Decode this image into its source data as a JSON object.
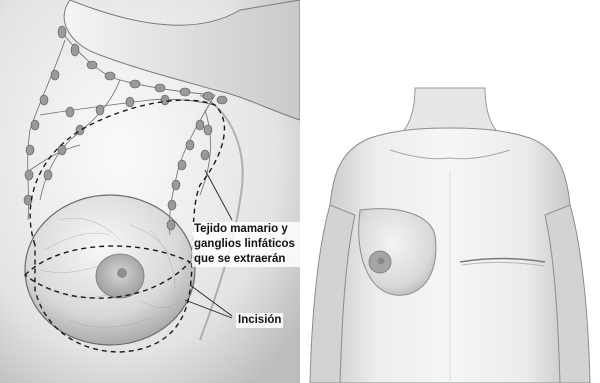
{
  "labels": {
    "tissue_line1": "Tejido mamario y",
    "tissue_line2": "ganglios linfáticos",
    "tissue_line3": "que se extraerán",
    "incision": "Incisión"
  },
  "colors": {
    "skin_light": "#f2f2f2",
    "skin_mid": "#d9d9d9",
    "skin_shadow": "#a8a8a8",
    "outline": "#4a4a4a",
    "dashed_line": "#1a1a1a",
    "node_fill": "#9a9a9a"
  }
}
